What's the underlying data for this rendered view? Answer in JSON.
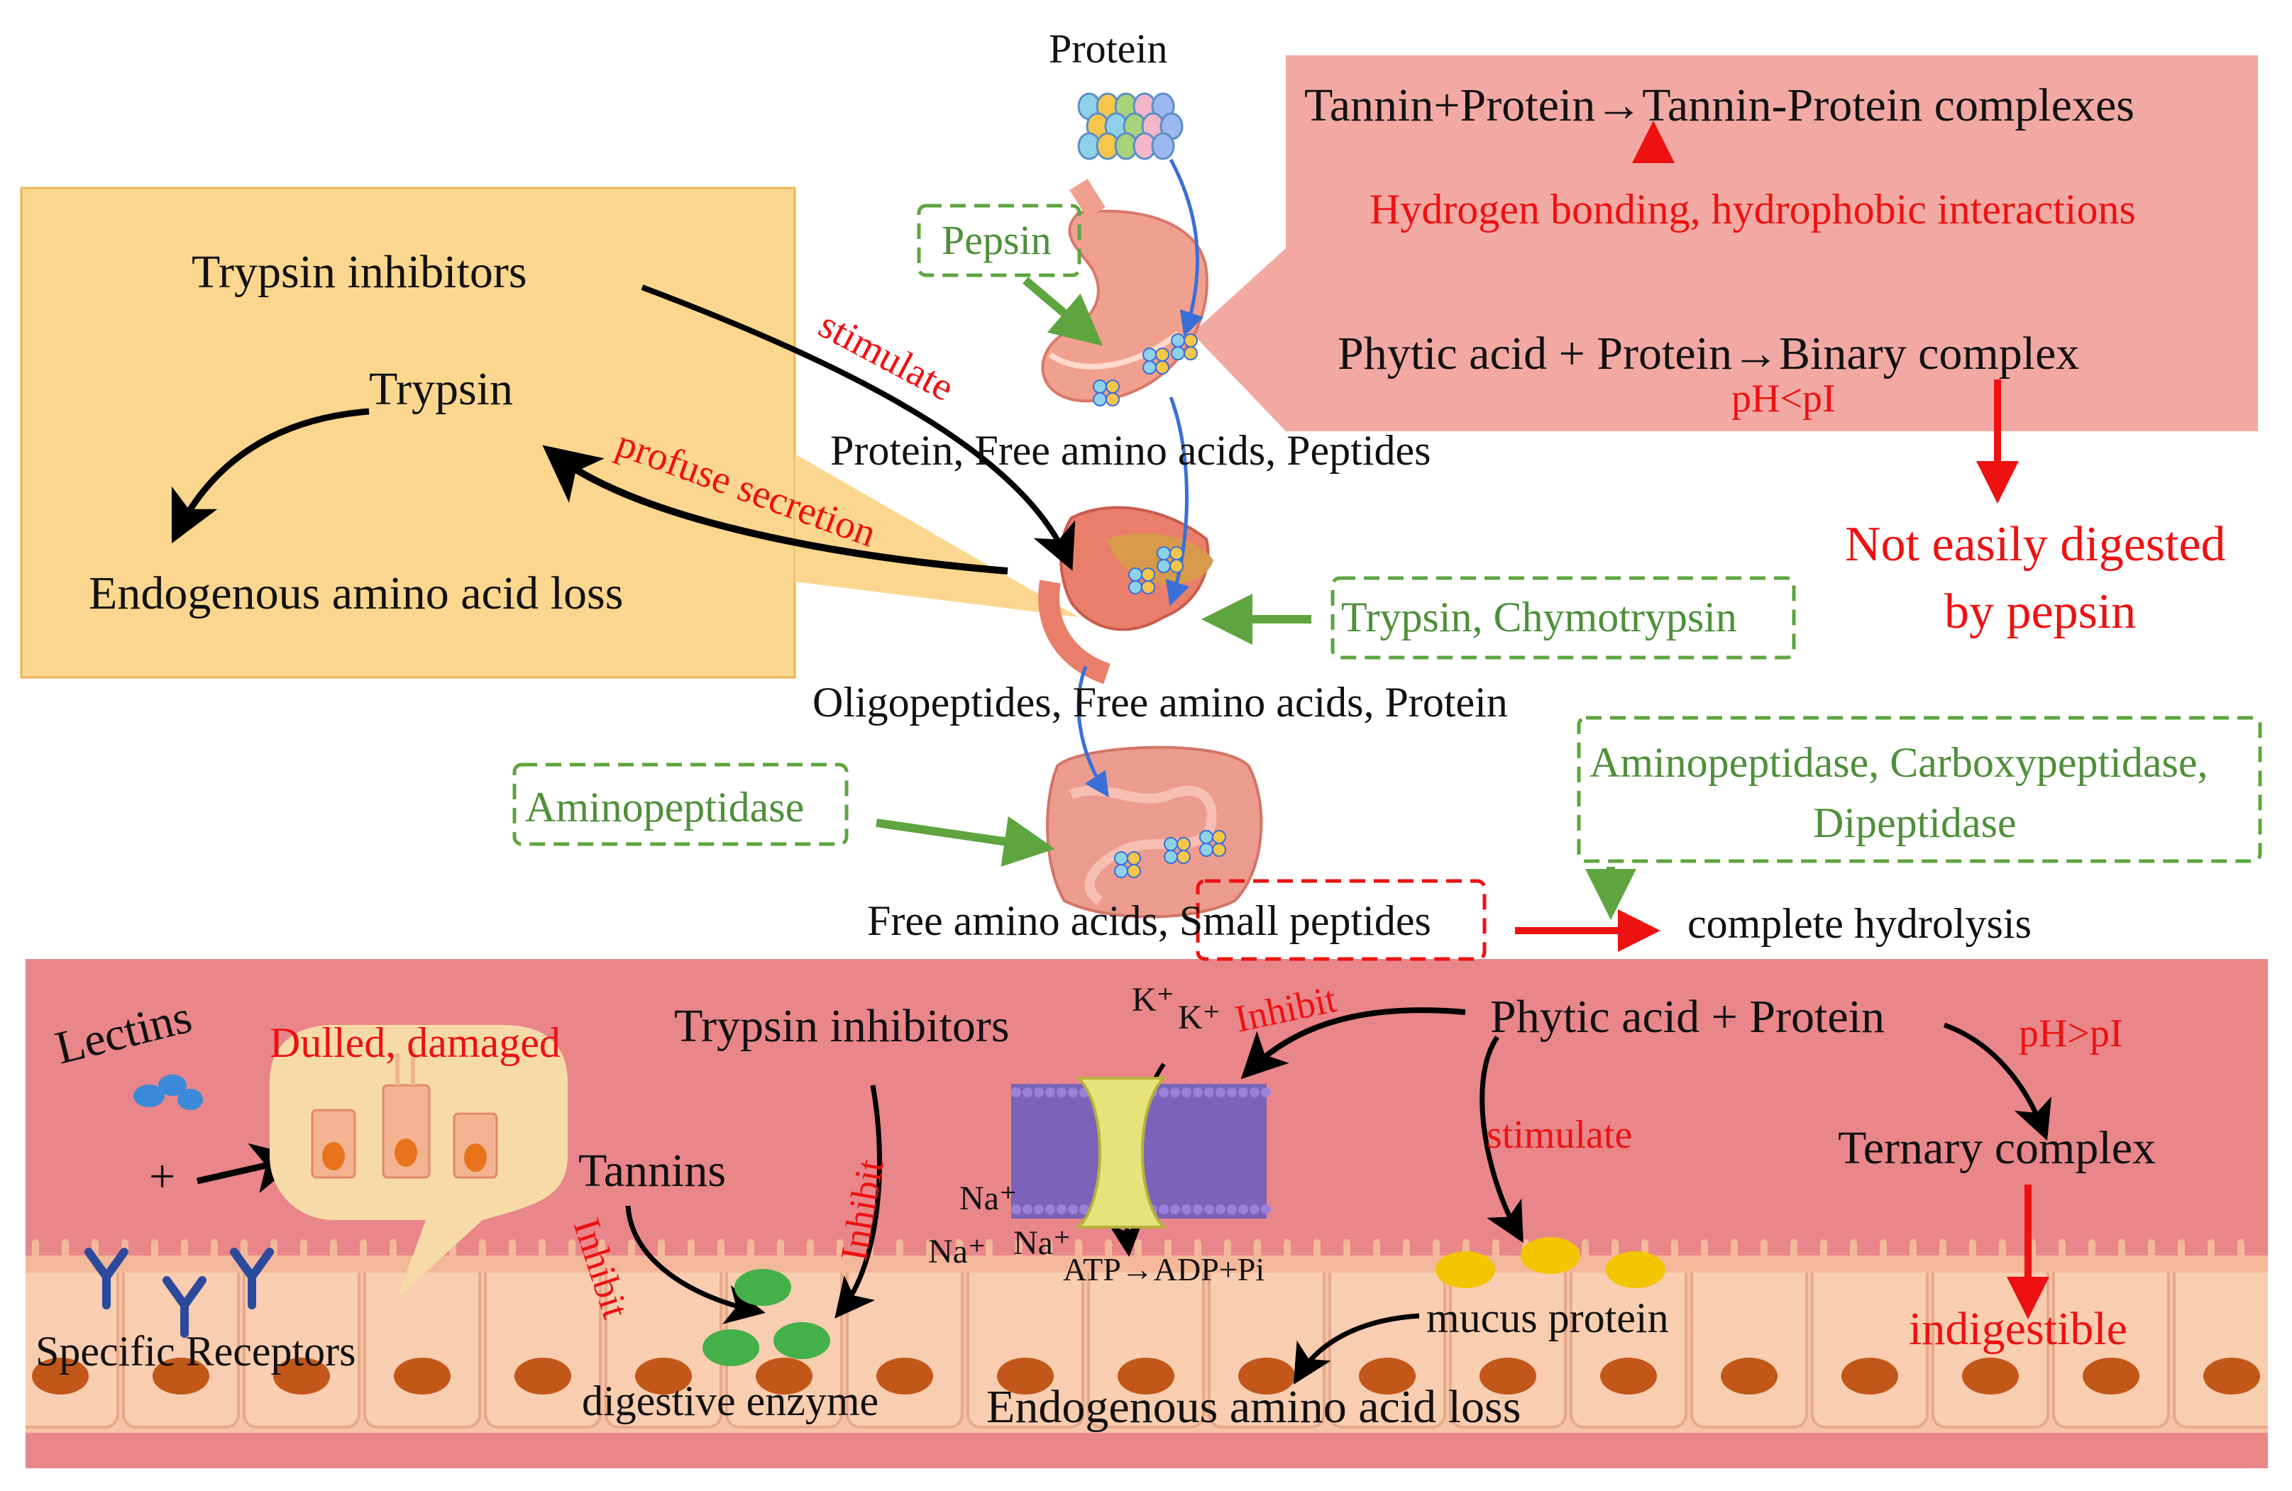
{
  "panels": {
    "yellow": {
      "trypsin_inhibitors": "Trypsin inhibitors",
      "trypsin": "Trypsin",
      "endogenous_loss": "Endogenous amino acid loss"
    },
    "pink": {
      "tannin_eq": "Tannin+Protein→Tannin-Protein complexes",
      "bonding": "Hydrogen bonding, hydrophobic interactions",
      "phytic_eq": "Phytic acid + Protein→Binary complex",
      "ph_lt": "pH<pI"
    }
  },
  "pathway": {
    "protein": "Protein",
    "pepsin": "Pepsin",
    "stomach_products": "Protein, Free amino acids, Peptides",
    "stimulate": "stimulate",
    "profuse_secretion": "profuse secretion",
    "pancreas_enzymes": "Trypsin, Chymotrypsin",
    "pancreas_products": "Oligopeptides, Free amino acids, Protein",
    "aminopeptidase": "Aminopeptidase",
    "brush_enzymes_line1": "Aminopeptidase, Carboxypeptidase,",
    "brush_enzymes_line2": "Dipeptidase",
    "intestine_products": "Free amino acids, Small peptides",
    "complete_hydrolysis": "complete hydrolysis",
    "not_digested_1": "Not easily digested",
    "not_digested_2": "by pepsin"
  },
  "intestine_panel": {
    "lectins": "Lectins",
    "dulled": "Dulled, damaged",
    "plus": "+",
    "receptors": "Specific Receptors",
    "trypsin_inhibitors": "Trypsin inhibitors",
    "tannins": "Tannins",
    "inhibit_left": "Inhibit",
    "inhibit_right": "Inhibit",
    "digestive_enzyme": "digestive enzyme",
    "k1": "K⁺",
    "k2": "K⁺",
    "inhibit_top": "Inhibit",
    "na1": "Na⁺",
    "na2": "Na⁺",
    "na3": "Na⁺",
    "atp": "ATP→ADP+Pi",
    "phytic_protein": "Phytic acid + Protein",
    "stimulate": "stimulate",
    "ph_gt": "pH>pI",
    "ternary": "Ternary complex",
    "mucus": "mucus protein",
    "indigestible": "indigestible",
    "endogenous_loss": "Endogenous amino acid loss"
  },
  "colors": {
    "panel_pink": "#f2a9a3",
    "panel_yellow": "#fbd68e",
    "intestine_bg": "#e8868a",
    "enzyme_green": "#4f8f3a",
    "text_red": "#ee1111"
  }
}
